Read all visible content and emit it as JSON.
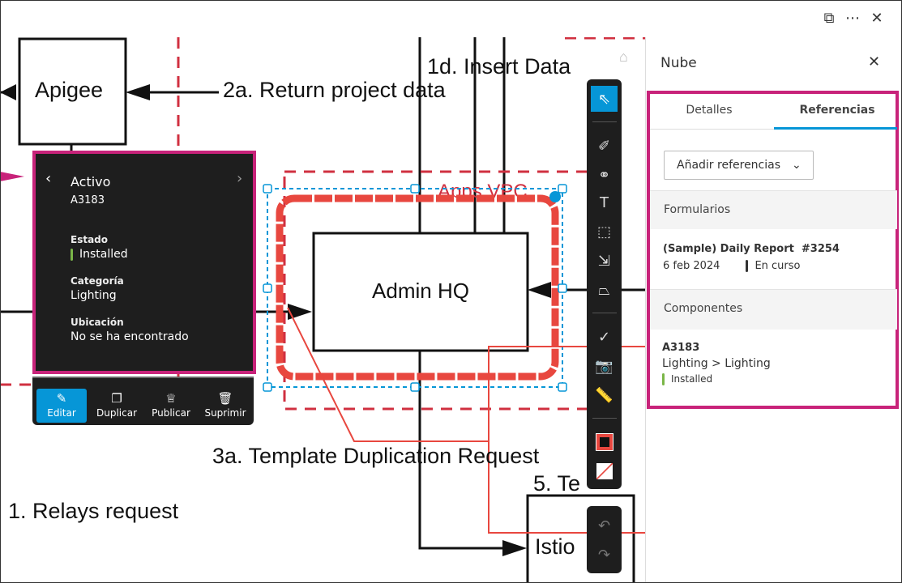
{
  "window": {
    "icons": [
      "sidebar-toggle-icon",
      "more-icon",
      "close-icon"
    ]
  },
  "diagram": {
    "apigee": "Apigee",
    "return_data": "2a. Return project data",
    "insert_data": "1d. Insert Data",
    "vpc": "Apps VPC",
    "admin": "Admin HQ",
    "relays": "1. Relays request",
    "template": "3a. Template Duplication Request",
    "step5": "5. Te",
    "istio": "Istio"
  },
  "popup": {
    "title": "Activo",
    "id": "A3183",
    "fields": [
      {
        "label": "Estado",
        "value": "Installed",
        "color": "#7ab648"
      },
      {
        "label": "Categoría",
        "value": "Lighting"
      },
      {
        "label": "Ubicación",
        "value": "No se ha encontrado"
      }
    ],
    "actions": [
      "Editar",
      "Duplicar",
      "Publicar",
      "Suprimir"
    ]
  },
  "panel": {
    "title": "Nube",
    "tabs": [
      "Detalles",
      "Referencias"
    ],
    "active_tab": "Referencias",
    "add_ref": "Añadir referencias",
    "forms_header": "Formularios",
    "form": {
      "name": "(Sample) Daily Report",
      "number": "#3254",
      "date": "6 feb 2024",
      "status": "En curso",
      "status_color": "#333333"
    },
    "components_header": "Componentes",
    "component": {
      "id": "A3183",
      "path": "Lighting > Lighting",
      "status": "Installed",
      "status_color": "#7ab648"
    }
  },
  "colors": {
    "accent": "#0696d7",
    "highlight": "#c8237a",
    "markup": "#e8473f"
  }
}
